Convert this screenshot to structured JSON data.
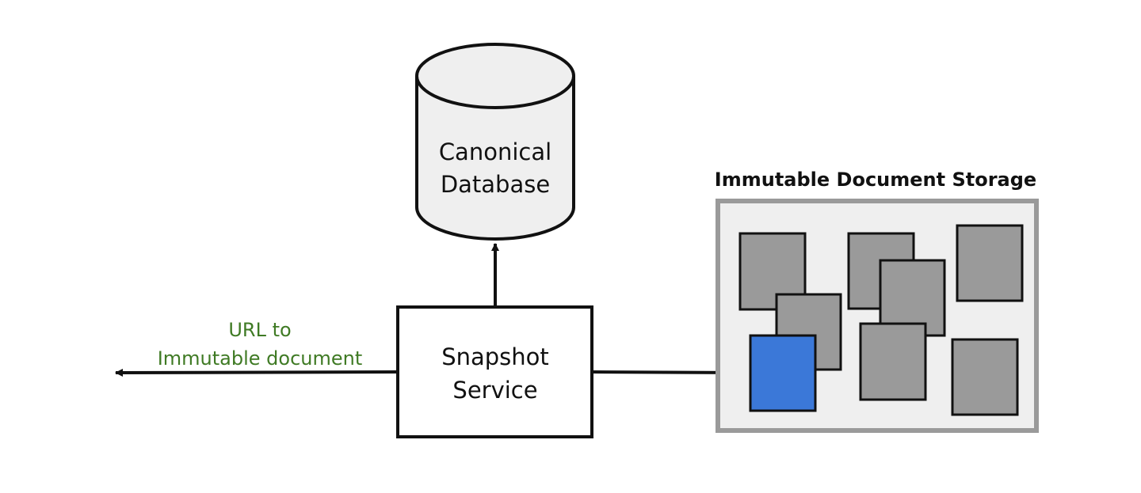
{
  "colors": {
    "stroke": "#111111",
    "cylinder_fill": "#efefef",
    "storage_fill": "#efefef",
    "storage_border": "#9a9a9a",
    "document_fill": "#9a9a9a",
    "highlighted_document_fill": "#3b78d8",
    "edge_label": "#3f7a24"
  },
  "nodes": {
    "database": {
      "line1": "Canonical",
      "line2": "Database"
    },
    "snapshot_service": {
      "line1": "Snapshot",
      "line2": "Service"
    },
    "storage": {
      "title": "Immutable Document Storage"
    }
  },
  "edges": {
    "output": {
      "line1": "URL to",
      "line2": "Immutable document"
    }
  },
  "storage_contents": {
    "document_count": 8,
    "highlighted_document_count": 1
  }
}
